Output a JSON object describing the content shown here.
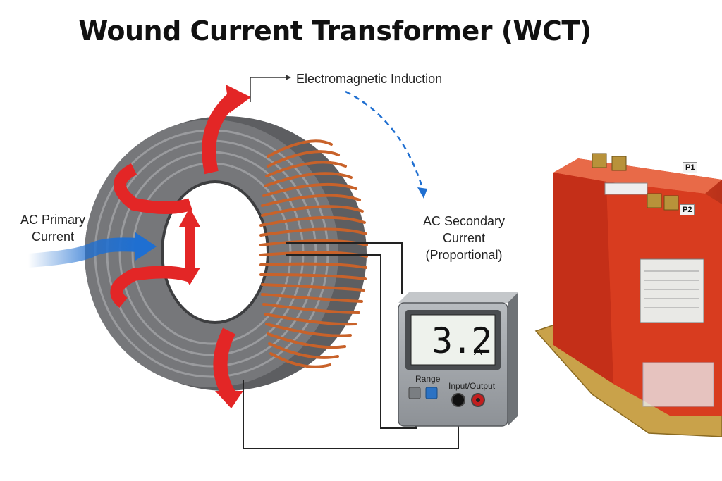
{
  "title": "Wound Current Transformer (WCT)",
  "labels": {
    "induction": "Electromagnetic Induction",
    "primary": "AC Primary Current",
    "secondary_line1": "AC Secondary Current",
    "secondary_line2": "(Proportional)"
  },
  "meter": {
    "reading": "3.2",
    "unit": "A",
    "range_label": "Range",
    "io_label": "Input/Output"
  },
  "device": {
    "terminal_p1": "P1",
    "terminal_p2": "P2"
  },
  "colors": {
    "core": "#6f7073",
    "copper": "#c8622a",
    "flux_arrow": "#e32626",
    "primary_arrow": "#1f6fd1",
    "device_body": "#d63a1e",
    "meter_body": "#9da1a6"
  }
}
